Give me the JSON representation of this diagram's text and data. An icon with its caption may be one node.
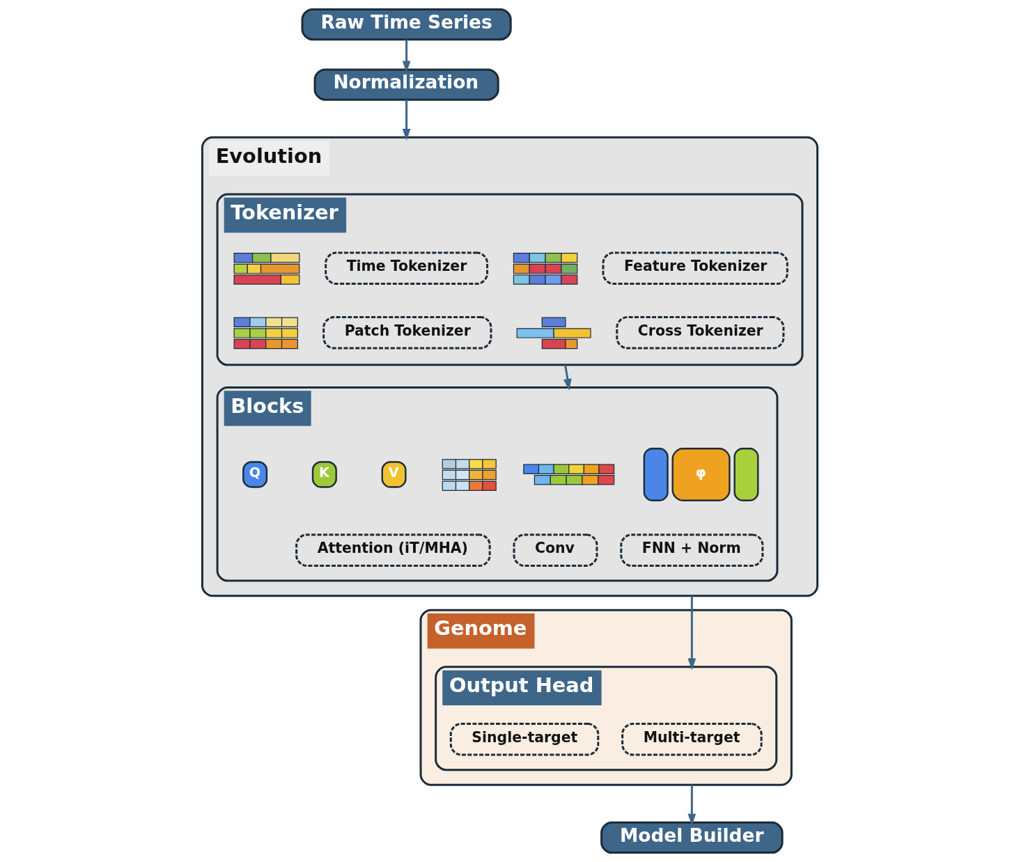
{
  "diagram": {
    "nodes": [
      {
        "text": [
          "Raw Time Series"
        ]
      },
      {
        "text": [
          "Normalization"
        ]
      },
      {
        "text": [
          "Evolution"
        ]
      },
      {
        "text": [
          "Genome"
        ]
      },
      {
        "text": [
          "Tokenizer"
        ],
        "in": 2
      },
      {
        "text": [
          "Time Tokenizer"
        ],
        "in": 4
      },
      {
        "text": [
          "Feature Tokenizer"
        ],
        "in": 4
      },
      {
        "text": [
          "Patch Tokenizer"
        ],
        "in": 4
      },
      {
        "text": [
          "Cross Tokenizer"
        ],
        "in": 4
      },
      {
        "text": [
          "Blocks"
        ],
        "in": 2
      },
      {
        "text": [
          "Attention (iT/MHA)"
        ],
        "in": 9
      },
      {
        "text": [
          "Conv"
        ],
        "in": 9
      },
      {
        "text": [
          "FNN + Norm"
        ],
        "in": 9
      },
      {
        "text": [
          "Output Head"
        ],
        "in": 3
      },
      {
        "text": [
          "Single-target"
        ],
        "in": 13
      },
      {
        "text": [
          "Multi-target"
        ],
        "in": 13
      },
      {
        "text": [
          "Model Builder"
        ]
      }
    ],
    "edges": [
      {
        "from": 0,
        "to": 1,
        "arrow": "to"
      },
      {
        "from": 1,
        "to": 2,
        "arrow": "to"
      },
      {
        "from": 4,
        "to": 9,
        "arrow": "to"
      },
      {
        "from": 2,
        "to": 13,
        "arrow": "to"
      },
      {
        "from": 3,
        "to": 16,
        "arrow": "to"
      }
    ],
    "labels": [
      "Q",
      "K",
      "V",
      "φ"
    ]
  }
}
